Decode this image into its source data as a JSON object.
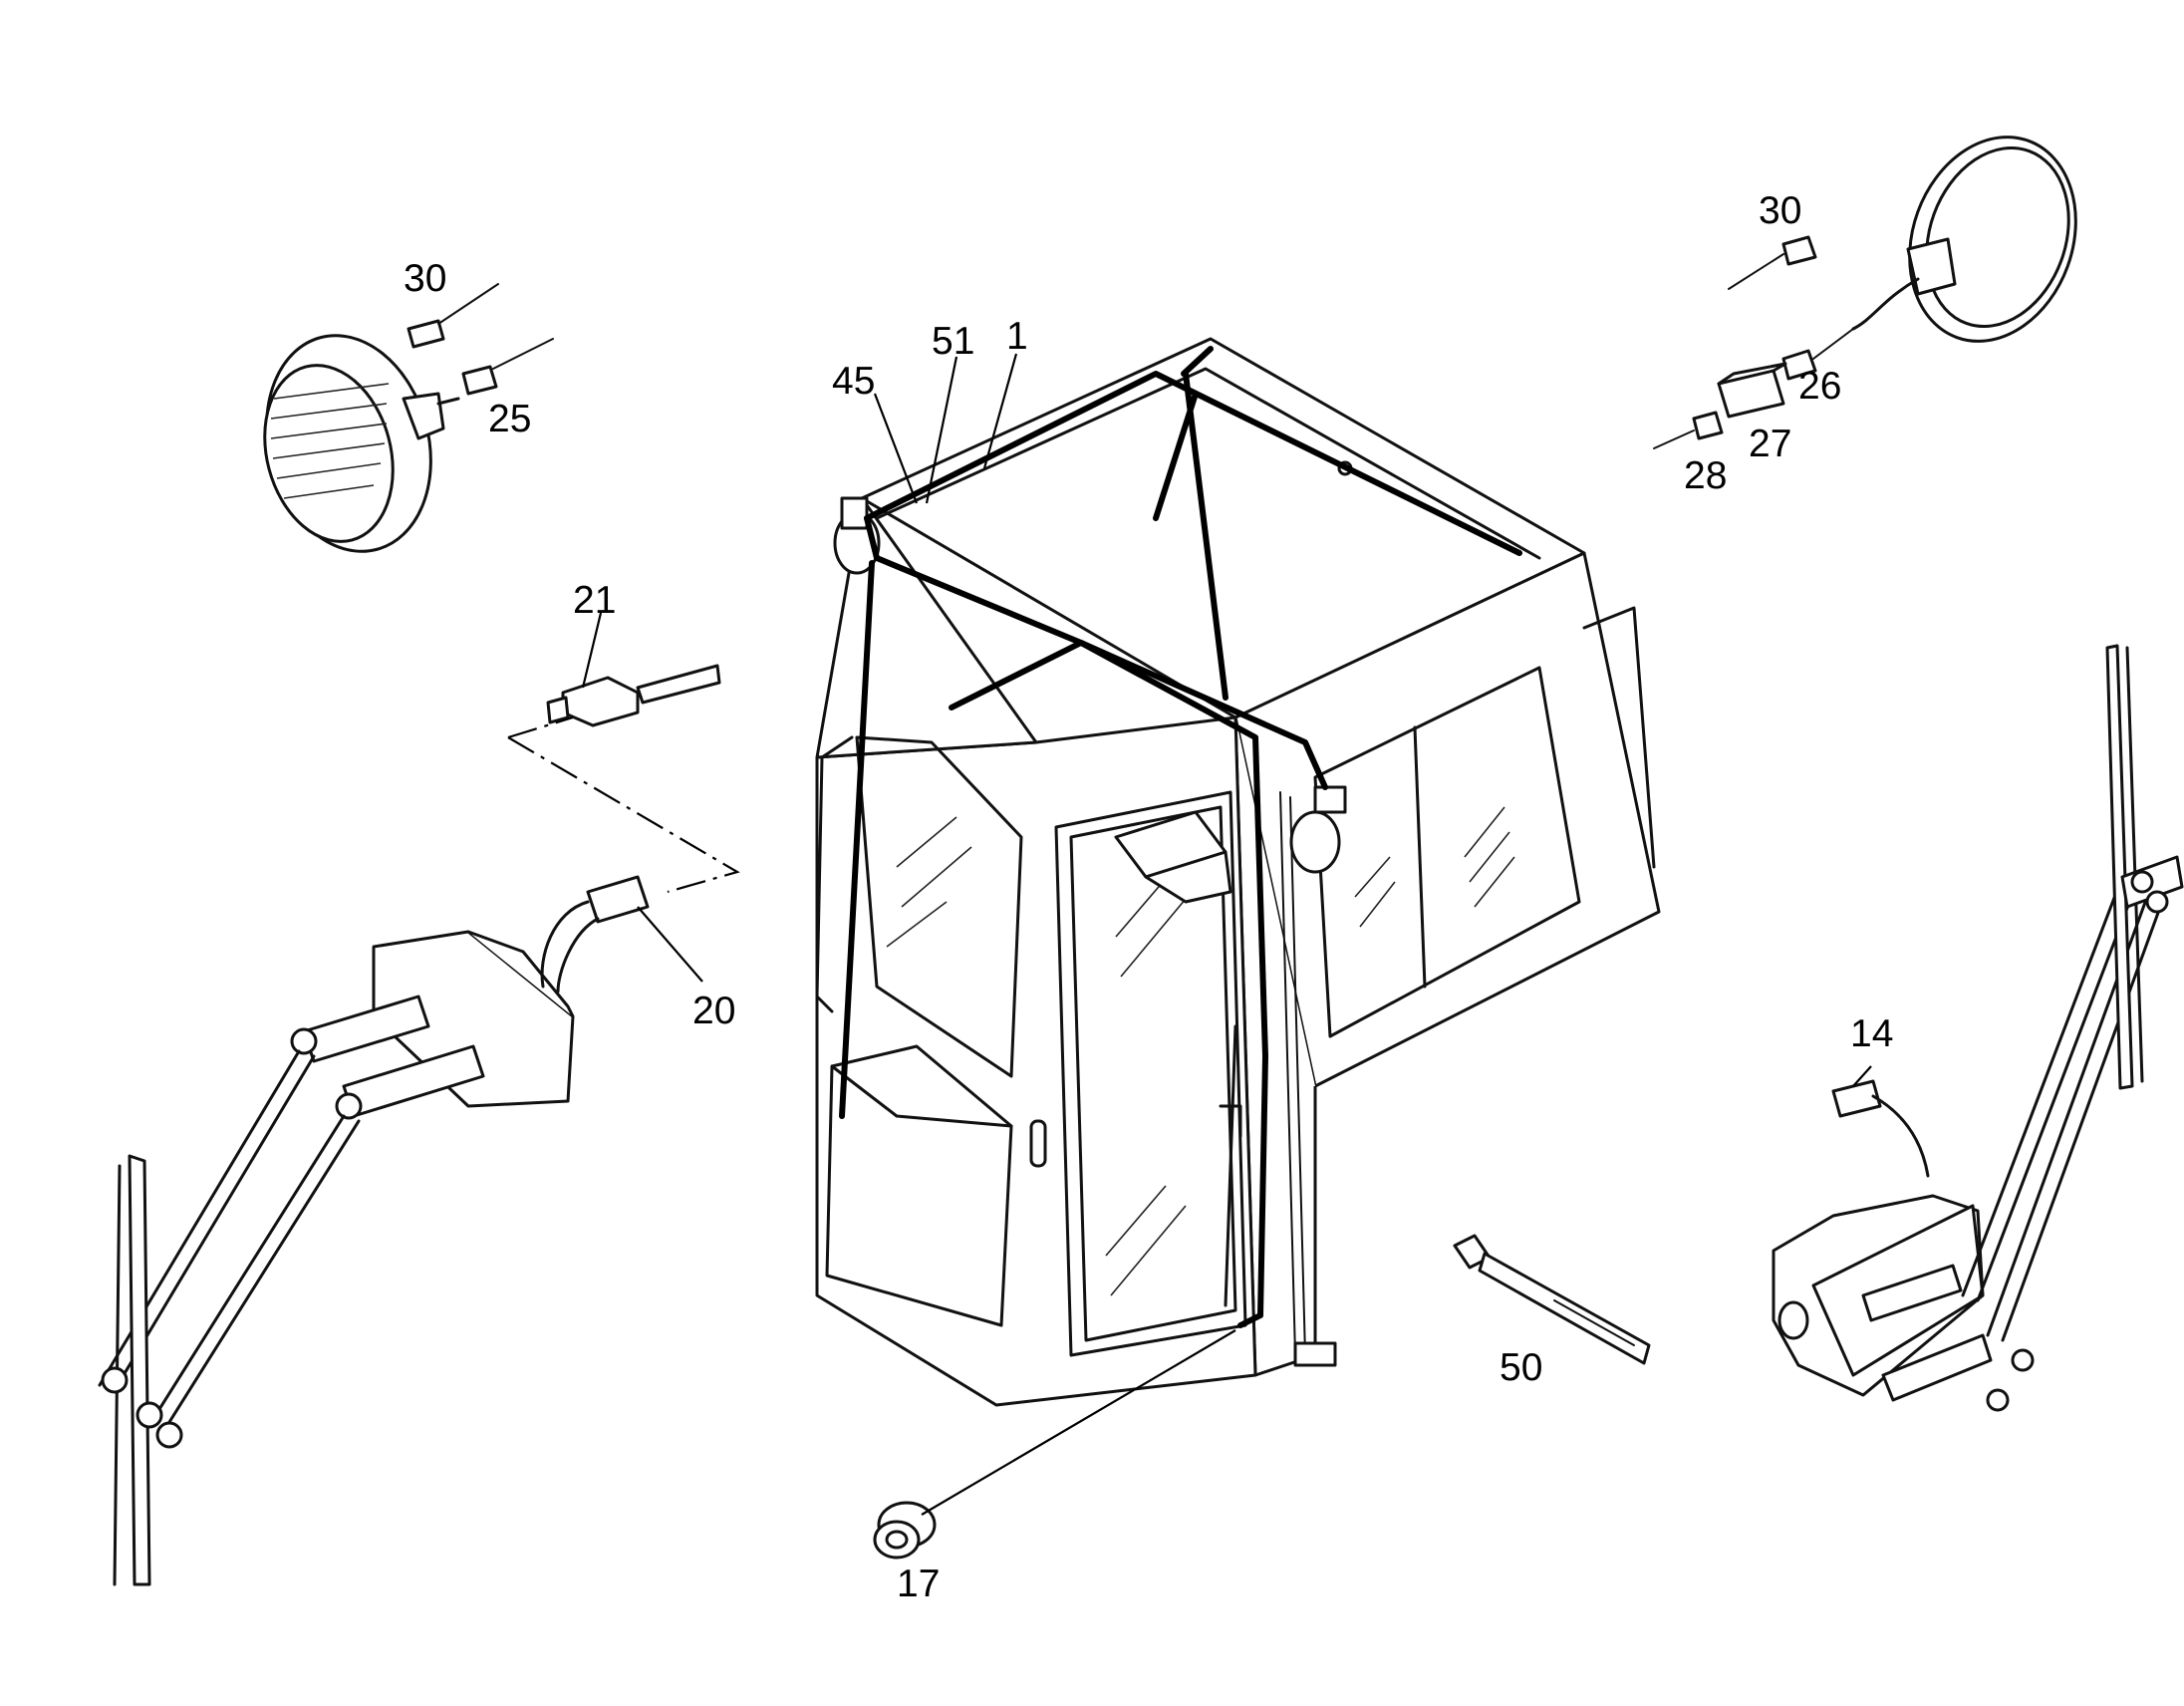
{
  "labels": {
    "l1": "1",
    "l45": "45",
    "l51": "51",
    "l30_left": "30",
    "l25": "25",
    "l21": "21",
    "l20": "20",
    "l30_right": "30",
    "l26": "26",
    "l27": "27",
    "l28": "28",
    "l14": "14",
    "l50": "50",
    "l17": "17"
  }
}
